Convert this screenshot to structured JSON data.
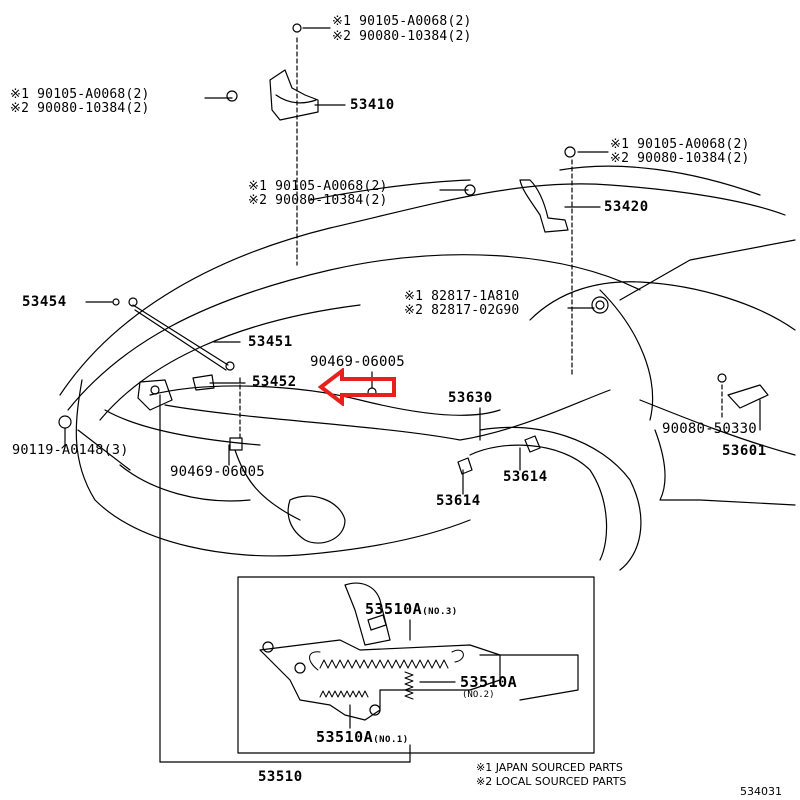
{
  "colors": {
    "line": "#000000",
    "highlight": "#e8201c",
    "background": "#ffffff"
  },
  "refs": {
    "top_bolt": {
      "jp": "※1 90105-A0068(2)",
      "local": "※2 90080-10384(2)"
    },
    "left_bolt": {
      "jp": "※1 90105-A0068(2)",
      "local": "※2 90080-10384(2)"
    },
    "right_bolt": {
      "jp": "※1 90105-A0068(2)",
      "local": "※2 90080-10384(2)"
    },
    "center_bolt": {
      "jp": "※1 90105-A0068(2)",
      "local": "※2 90080-10384(2)"
    },
    "cushion": {
      "jp": "※1 82817-1A810",
      "local": "※2 82817-02G90"
    }
  },
  "parts": {
    "hinge_left": "53410",
    "hinge_right": "53420",
    "stay_grommet": "53454",
    "support_rod": "53451",
    "rod_holder": "53452",
    "clip_center": "90469-06005",
    "clip_left": "90469-06005",
    "release_cable": "53630",
    "screw_left": "90119-A0148(3)",
    "cushion_a": "53614",
    "cushion_b": "53614",
    "lever_screw": "90080-50330",
    "release_lever": "53601",
    "lock_assembly": "53510"
  },
  "inset": {
    "spring_no3": "53510A",
    "spring_no3_sub": "(NO.3)",
    "spring_no2": "53510A",
    "spring_no2_sub": "(NO.2)",
    "spring_no1": "53510A",
    "spring_no1_sub": "(NO.1)"
  },
  "notes": {
    "japan": "※1 JAPAN SOURCED PARTS",
    "local": "※2 LOCAL SOURCED PARTS"
  },
  "diagram_code": "534031"
}
